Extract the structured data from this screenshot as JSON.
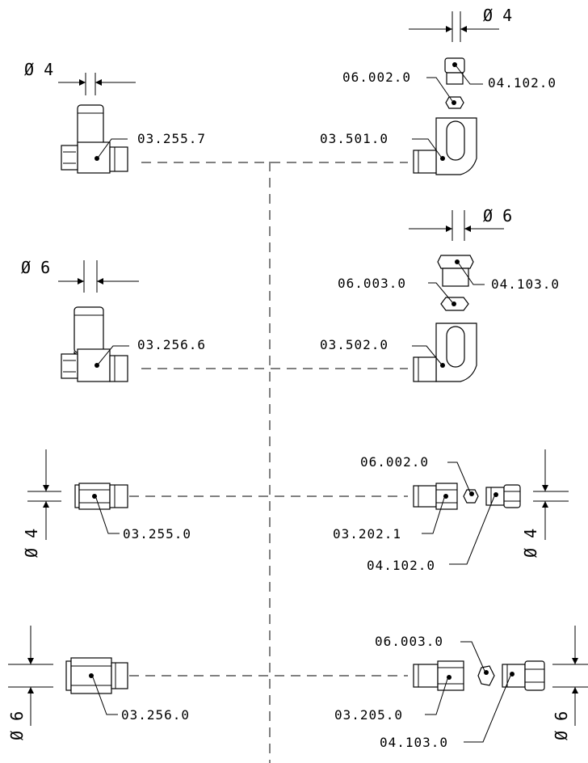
{
  "labels": {
    "l1": "03.255.7",
    "l2": "03.501.0",
    "l3": "06.002.0",
    "l4": "04.102.0",
    "l5": "03.256.6",
    "l6": "03.502.0",
    "l7": "06.003.0",
    "l8": "04.103.0",
    "l9": "03.255.0",
    "l10": "06.002.0",
    "l11": "03.202.1",
    "l12": "04.102.0",
    "l13": "03.256.0",
    "l14": "06.003.0",
    "l15": "03.205.0",
    "l16": "04.103.0"
  },
  "dims": {
    "d1": "Ø 4",
    "d2": "Ø 4",
    "d3": "Ø 6",
    "d4": "Ø 6",
    "d5": "Ø 4",
    "d6": "Ø 4",
    "d7": "Ø 6",
    "d8": "Ø 6"
  }
}
